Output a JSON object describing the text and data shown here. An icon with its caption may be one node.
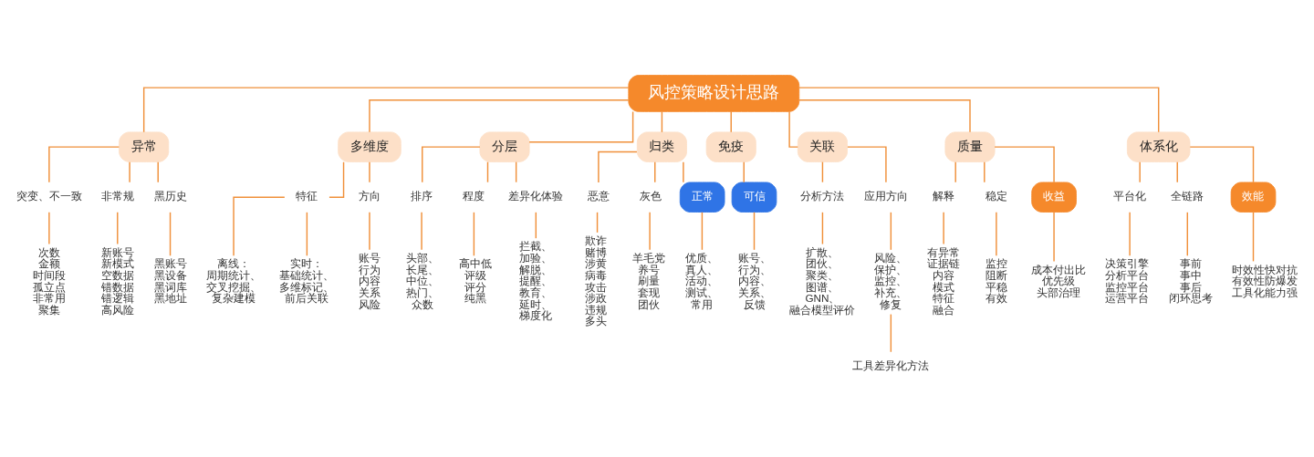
{
  "diagram": {
    "nodes": [
      {
        "text": [
          "风控策略设计思路"
        ]
      },
      {
        "text": [
          "异常"
        ]
      },
      {
        "text": [
          "突变、不一致"
        ]
      },
      {
        "text": [
          "次数",
          "金额",
          "时间段",
          "孤立点",
          "非常用",
          "聚集"
        ]
      },
      {
        "text": [
          "非常规"
        ]
      },
      {
        "text": [
          "新账号",
          "新模式",
          "空数据",
          "错数据",
          "错逻辑",
          "高风险"
        ]
      },
      {
        "text": [
          "黑历史"
        ]
      },
      {
        "text": [
          "黑账号",
          "黑设备",
          "黑词库",
          "黑地址"
        ]
      },
      {
        "text": [
          "多维度"
        ]
      },
      {
        "text": [
          "特征"
        ]
      },
      {
        "text": [
          "离线：",
          "周期统计、",
          "交叉挖掘、",
          "复杂建模"
        ]
      },
      {
        "text": [
          "实时：",
          "基础统计、",
          "多维标记、",
          "前后关联"
        ]
      },
      {
        "text": [
          "方向"
        ]
      },
      {
        "text": [
          "账号",
          "行为",
          "内容",
          "关系",
          "风险"
        ]
      },
      {
        "text": [
          "分层"
        ]
      },
      {
        "text": [
          "排序"
        ]
      },
      {
        "text": [
          "头部、",
          "长尾、",
          "中位、",
          "热门、",
          "众数"
        ]
      },
      {
        "text": [
          "程度"
        ]
      },
      {
        "text": [
          "高中低",
          "评级",
          "评分",
          "纯黑"
        ]
      },
      {
        "text": [
          "差异化体验"
        ]
      },
      {
        "text": [
          "拦截、",
          "加验、",
          "解脱、",
          "提醒、",
          "教育、",
          "延时、",
          "梯度化"
        ]
      },
      {
        "text": [
          "归类"
        ]
      },
      {
        "text": [
          "恶意"
        ]
      },
      {
        "text": [
          "欺诈",
          "赌博",
          "涉黄",
          "病毒",
          "攻击",
          "涉政",
          "违规",
          "多头"
        ]
      },
      {
        "text": [
          "灰色"
        ]
      },
      {
        "text": [
          "羊毛党",
          "养号",
          "刷量",
          "套现",
          "团伙"
        ]
      },
      {
        "text": [
          "正常"
        ]
      },
      {
        "text": [
          "优质、",
          "真人、",
          "活动、",
          "测试、",
          "常用"
        ]
      },
      {
        "text": [
          "免疫"
        ]
      },
      {
        "text": [
          "可信"
        ]
      },
      {
        "text": [
          "账号、",
          "行为、",
          "内容、",
          "关系、",
          "反馈"
        ]
      },
      {
        "text": [
          "关联"
        ]
      },
      {
        "text": [
          "分析方法"
        ]
      },
      {
        "text": [
          "扩散、",
          "团伙、",
          "聚类、",
          "图谱、",
          "GNN、",
          "融合模型评价"
        ]
      },
      {
        "text": [
          "应用方向"
        ]
      },
      {
        "text": [
          "风险、",
          "保护、",
          "监控、",
          "补充、",
          "修复"
        ]
      },
      {
        "text": [
          "工具差异化方法"
        ]
      },
      {
        "text": [
          "质量"
        ]
      },
      {
        "text": [
          "解释"
        ]
      },
      {
        "text": [
          "有异常",
          "证据链",
          "内容",
          "模式",
          "特征",
          "融合"
        ]
      },
      {
        "text": [
          "稳定"
        ]
      },
      {
        "text": [
          "监控",
          "阻断",
          "平稳",
          "有效"
        ]
      },
      {
        "text": [
          "收益"
        ]
      },
      {
        "text": [
          "成本付出比",
          "优先级",
          "头部治理"
        ]
      },
      {
        "text": [
          "体系化"
        ]
      },
      {
        "text": [
          "平台化"
        ]
      },
      {
        "text": [
          "决策引擎",
          "分析平台",
          "监控平台",
          "运营平台"
        ]
      },
      {
        "text": [
          "全链路"
        ]
      },
      {
        "text": [
          "事前",
          "事中",
          "事后",
          "闭环思考"
        ]
      },
      {
        "text": [
          "效能"
        ]
      },
      {
        "text": [
          "时效性快对抗",
          "有效性防爆发",
          "工具化能力强"
        ]
      }
    ],
    "edges": [
      {
        "from": 0,
        "to": 1,
        "arrow": "none"
      },
      {
        "from": 0,
        "to": 8,
        "arrow": "none"
      },
      {
        "from": 0,
        "to": 14,
        "arrow": "none"
      },
      {
        "from": 0,
        "to": 21,
        "arrow": "none"
      },
      {
        "from": 0,
        "to": 28,
        "arrow": "none"
      },
      {
        "from": 0,
        "to": 31,
        "arrow": "none"
      },
      {
        "from": 0,
        "to": 37,
        "arrow": "none"
      },
      {
        "from": 0,
        "to": 44,
        "arrow": "none"
      },
      {
        "from": 1,
        "to": 2,
        "arrow": "none"
      },
      {
        "from": 2,
        "to": 3,
        "arrow": "none"
      },
      {
        "from": 1,
        "to": 4,
        "arrow": "none"
      },
      {
        "from": 4,
        "to": 5,
        "arrow": "none"
      },
      {
        "from": 1,
        "to": 6,
        "arrow": "none"
      },
      {
        "from": 6,
        "to": 7,
        "arrow": "none"
      },
      {
        "from": 8,
        "to": 9,
        "arrow": "none"
      },
      {
        "from": 9,
        "to": 10,
        "arrow": "none"
      },
      {
        "from": 9,
        "to": 11,
        "arrow": "none"
      },
      {
        "from": 8,
        "to": 12,
        "arrow": "none"
      },
      {
        "from": 12,
        "to": 13,
        "arrow": "none"
      },
      {
        "from": 14,
        "to": 15,
        "arrow": "none"
      },
      {
        "from": 15,
        "to": 16,
        "arrow": "none"
      },
      {
        "from": 14,
        "to": 17,
        "arrow": "none"
      },
      {
        "from": 17,
        "to": 18,
        "arrow": "none"
      },
      {
        "from": 14,
        "to": 19,
        "arrow": "none"
      },
      {
        "from": 19,
        "to": 20,
        "arrow": "none"
      },
      {
        "from": 21,
        "to": 22,
        "arrow": "none"
      },
      {
        "from": 22,
        "to": 23,
        "arrow": "none"
      },
      {
        "from": 21,
        "to": 24,
        "arrow": "none"
      },
      {
        "from": 24,
        "to": 25,
        "arrow": "none"
      },
      {
        "from": 21,
        "to": 26,
        "arrow": "none"
      },
      {
        "from": 26,
        "to": 27,
        "arrow": "none"
      },
      {
        "from": 28,
        "to": 29,
        "arrow": "none"
      },
      {
        "from": 29,
        "to": 30,
        "arrow": "none"
      },
      {
        "from": 31,
        "to": 32,
        "arrow": "none"
      },
      {
        "from": 32,
        "to": 33,
        "arrow": "none"
      },
      {
        "from": 31,
        "to": 34,
        "arrow": "none"
      },
      {
        "from": 34,
        "to": 35,
        "arrow": "none"
      },
      {
        "from": 35,
        "to": 36,
        "arrow": "none"
      },
      {
        "from": 37,
        "to": 38,
        "arrow": "none"
      },
      {
        "from": 38,
        "to": 39,
        "arrow": "none"
      },
      {
        "from": 37,
        "to": 40,
        "arrow": "none"
      },
      {
        "from": 40,
        "to": 41,
        "arrow": "none"
      },
      {
        "from": 37,
        "to": 42,
        "arrow": "none"
      },
      {
        "from": 42,
        "to": 43,
        "arrow": "none"
      },
      {
        "from": 44,
        "to": 45,
        "arrow": "none"
      },
      {
        "from": 45,
        "to": 46,
        "arrow": "none"
      },
      {
        "from": 44,
        "to": 47,
        "arrow": "none"
      },
      {
        "from": 47,
        "to": 48,
        "arrow": "none"
      },
      {
        "from": 44,
        "to": 49,
        "arrow": "none"
      },
      {
        "from": 49,
        "to": 50,
        "arrow": "none"
      }
    ]
  }
}
